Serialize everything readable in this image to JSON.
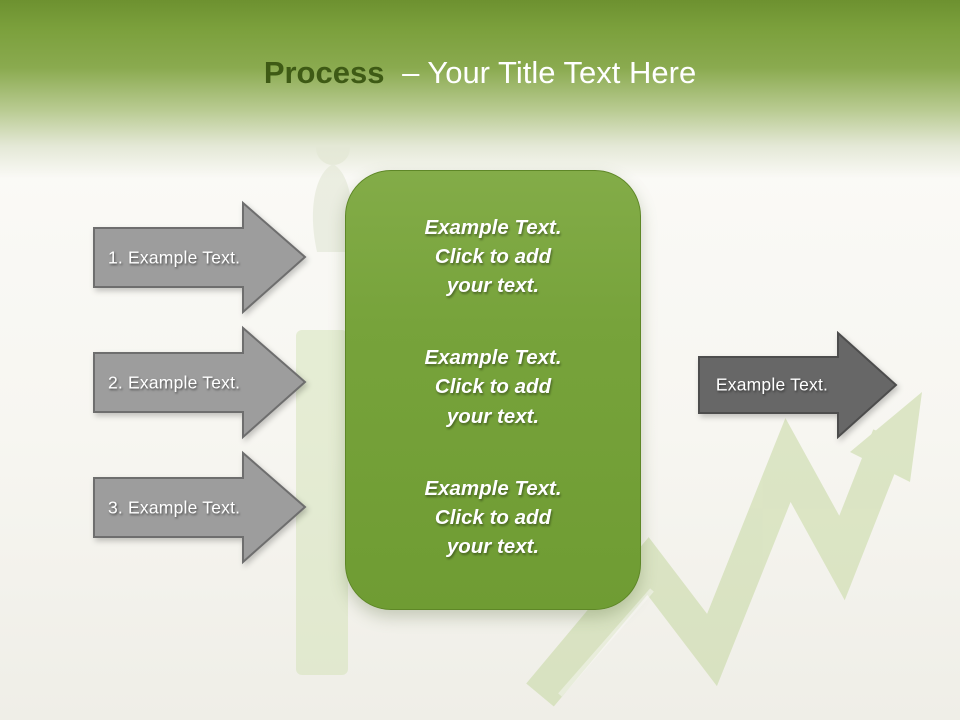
{
  "slide": {
    "title": {
      "bold": "Process",
      "rest": "– Your Title Text Here"
    },
    "left_arrows": [
      {
        "label": "1. Example Text."
      },
      {
        "label": "2. Example Text."
      },
      {
        "label": "3. Example Text."
      }
    ],
    "panel": {
      "paragraphs": [
        "Example Text.\nClick  to add\nyour text.",
        "Example Text.\nClick  to add\nyour text.",
        "Example Text.\nClick  to add\nyour text."
      ]
    },
    "right_arrow": {
      "label": "Example Text."
    },
    "colors": {
      "header_green": "#7ba03c",
      "title_dark_green": "#3e5a15",
      "panel_green": "#76a23a",
      "panel_border": "#5e8727",
      "arrow_gray": "#9d9d9d",
      "arrow_gray_border": "#6e6e6e",
      "arrow_dark_gray": "#676767",
      "arrow_dark_border": "#4d4d4d",
      "zigzag_green": "#c6d8a2",
      "text_white": "#ffffff"
    }
  }
}
